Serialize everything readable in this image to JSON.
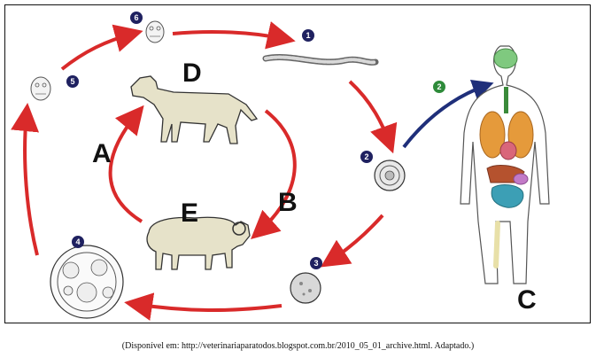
{
  "labels": {
    "a": "A",
    "b": "B",
    "c": "C",
    "d": "D",
    "e": "E"
  },
  "stages": {
    "s1": "1",
    "s2": "2",
    "s2_green": "2",
    "s3": "3",
    "s4": "4",
    "s5": "5",
    "s6": "6"
  },
  "caption": "(Disponível em: http://veterinariaparatodos.blogspot.com.br/2010_05_01_archive.html. Adaptado.)",
  "colors": {
    "arrow_red": "#d92a2a",
    "arrow_blue": "#1f2f7a",
    "stage_badge": "#1f2160",
    "stage_badge_green": "#2e8b3a"
  }
}
